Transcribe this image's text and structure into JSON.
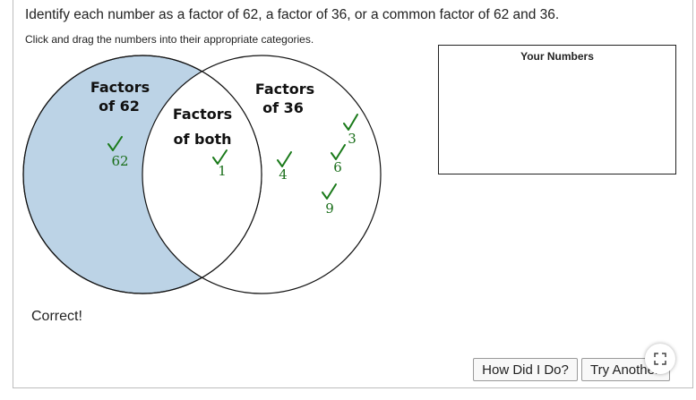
{
  "question": {
    "text": "Identify each number as a factor of 62, a factor of 36, or a common factor of 62 and 36.",
    "instructions": "Click and drag the numbers into their appropriate categories."
  },
  "venn": {
    "left_label_line1": "Factors",
    "left_label_line2": "of 62",
    "middle_label_line1": "Factors",
    "middle_label_line2": "of both",
    "right_label_line1": "Factors",
    "right_label_line2": "of 36",
    "left_fill_color": "#bcd3e6",
    "placed_numbers": {
      "left": [
        "62"
      ],
      "both": [
        "1"
      ],
      "right": [
        "3",
        "4",
        "6",
        "9"
      ]
    },
    "check_icon": "checkmark-icon",
    "check_color": "#1a7a1a"
  },
  "your_numbers": {
    "title": "Your Numbers"
  },
  "feedback": {
    "text": "Correct!"
  },
  "buttons": {
    "how_did_i_do": "How Did I Do?",
    "try_another": "Try Another"
  },
  "expand_icon": "expand-icon"
}
